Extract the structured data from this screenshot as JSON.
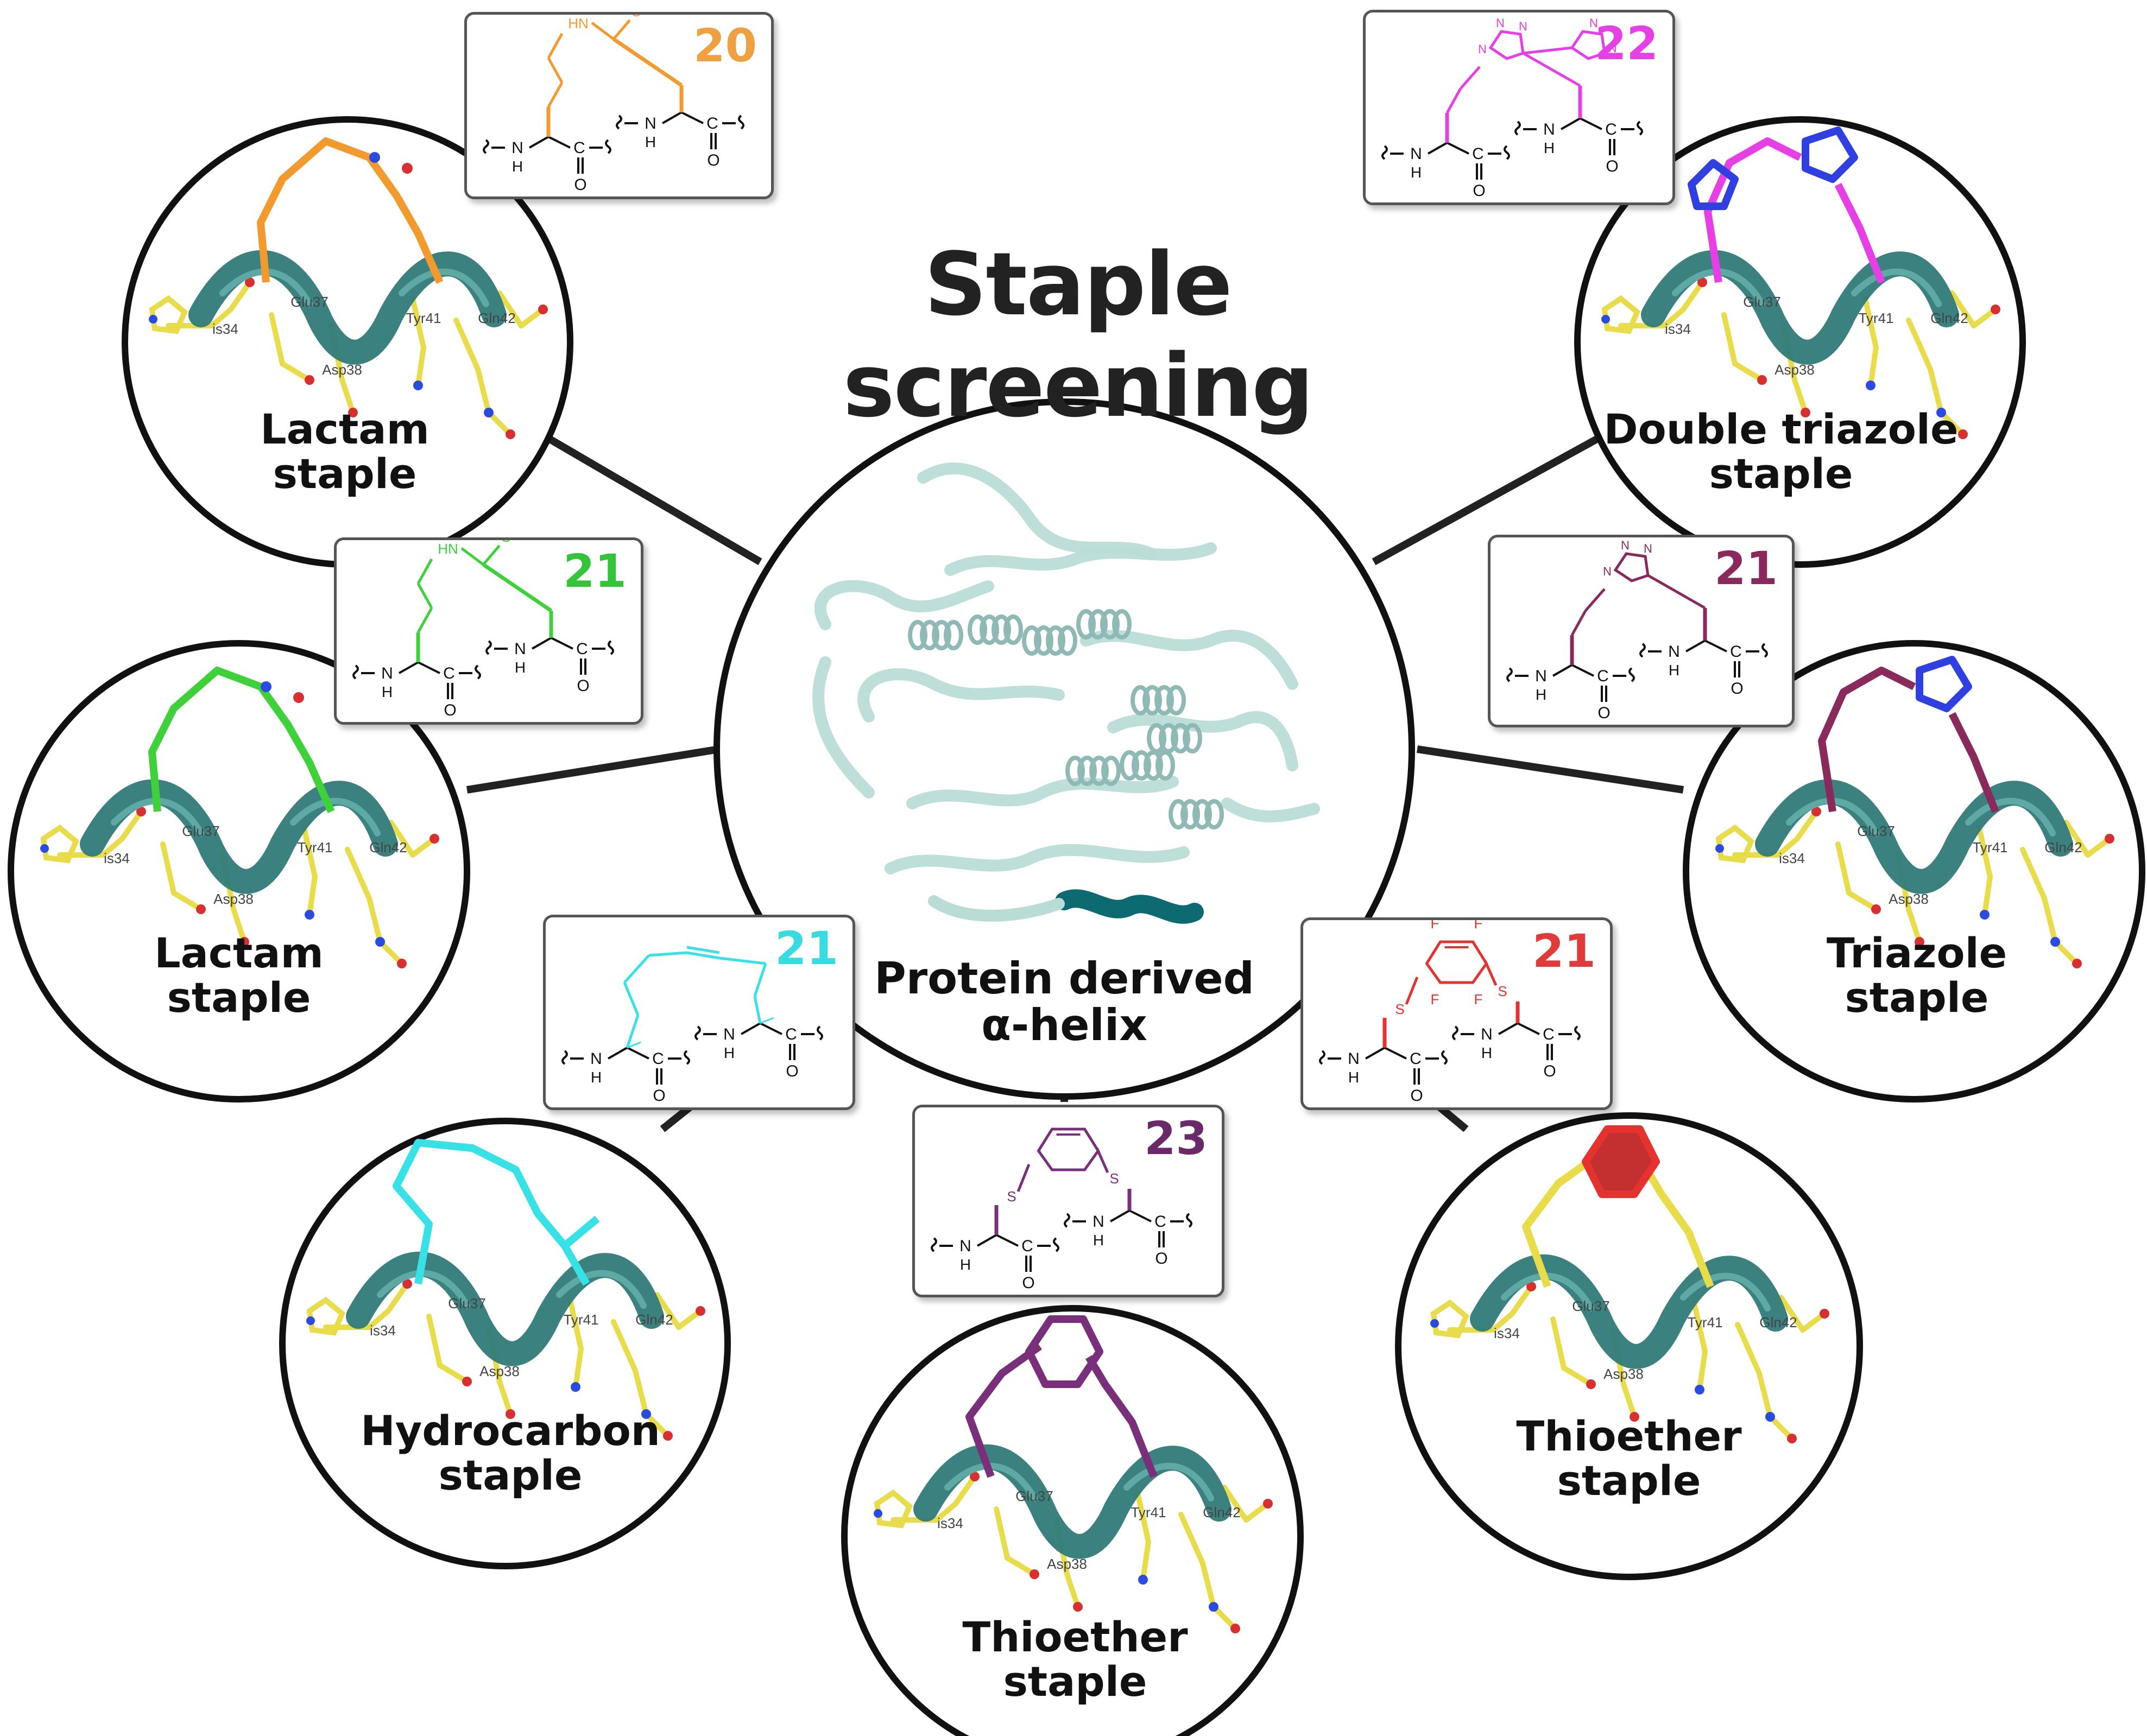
{
  "title": "Staple screening",
  "center": {
    "label_line1": "Protein derived",
    "label_line2": "α-helix"
  },
  "residues": [
    "is34",
    "Glu37",
    "Asp38",
    "Tyr41",
    "Gln42"
  ],
  "chem": {
    "nh": "NH",
    "h": "H",
    "n": "N",
    "c": "C",
    "o": "O",
    "s": "S",
    "f": "F",
    "hn": "HN"
  },
  "colors": {
    "lactam1": "#f39a2e",
    "lactam2": "#3fd13a",
    "triazole_double": "#e63fe6",
    "triazole": "#8a2a5c",
    "hydrocarbon": "#37e1e6",
    "thioether_tf": "#e5322f",
    "thioether_benz": "#7a2f7a",
    "helix": "#2f7a78",
    "sidechain": "#e8dc4a",
    "protein": "#b9dcd7"
  },
  "staples": [
    {
      "id": "lactam-20",
      "label_line1": "Lactam",
      "label_line2": "staple",
      "number": "20",
      "color_key": "lactam1"
    },
    {
      "id": "lactam-21",
      "label_line1": "Lactam",
      "label_line2": "staple",
      "number": "21",
      "color_key": "lactam2"
    },
    {
      "id": "hydrocarbon-21",
      "label_line1": "Hydrocarbon",
      "label_line2": "staple",
      "number": "21",
      "color_key": "hydrocarbon"
    },
    {
      "id": "thioether-23",
      "label_line1": "Thioether",
      "label_line2": "staple",
      "number": "23",
      "color_key": "thioether_benz"
    },
    {
      "id": "thioether-21",
      "label_line1": "Thioether",
      "label_line2": "staple",
      "number": "21",
      "color_key": "thioether_tf"
    },
    {
      "id": "triazole-21",
      "label_line1": "Triazole",
      "label_line2": "staple",
      "number": "21",
      "color_key": "triazole"
    },
    {
      "id": "double-triazole-22",
      "label_line1": "Double triazole",
      "label_line2": "staple",
      "number": "22",
      "color_key": "triazole_double"
    }
  ]
}
